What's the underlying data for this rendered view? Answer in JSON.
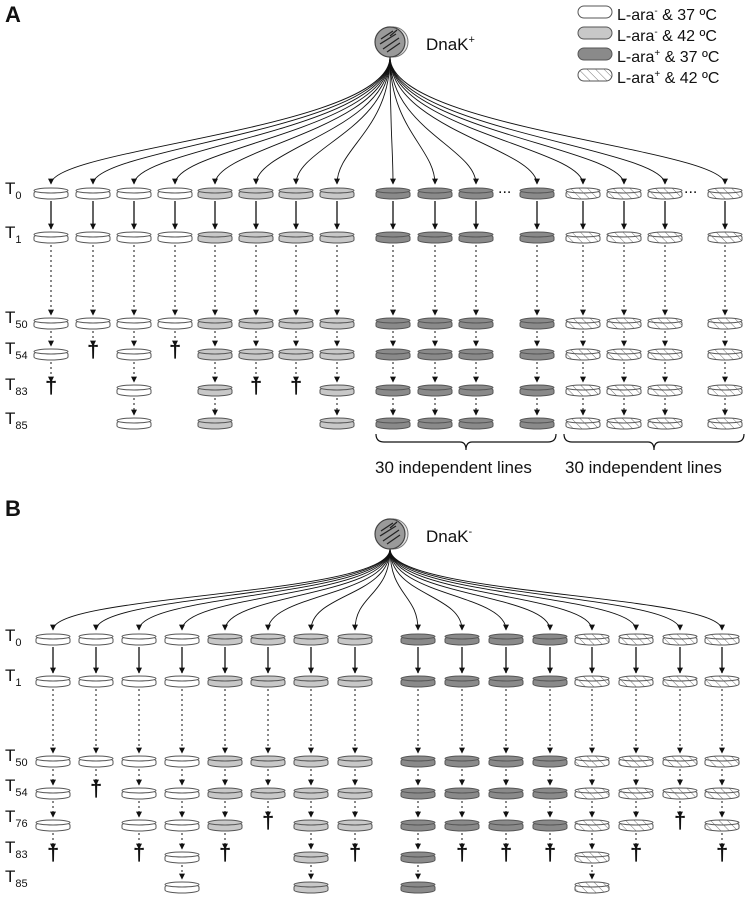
{
  "panels": [
    {
      "letter": "A",
      "strain": {
        "name": "DnaK",
        "sup": "+"
      },
      "time_labels": [
        {
          "main": "T",
          "sub": "0"
        },
        {
          "main": "T",
          "sub": "1"
        },
        {
          "main": "T",
          "sub": "50"
        },
        {
          "main": "T",
          "sub": "54"
        },
        {
          "main": "T",
          "sub": "83"
        },
        {
          "main": "T",
          "sub": "85"
        }
      ],
      "braces": [
        {
          "label": "30 independent lines"
        },
        {
          "label": "30 independent lines"
        }
      ],
      "ellipsis": "..."
    },
    {
      "letter": "B",
      "strain": {
        "name": "DnaK",
        "sup": "-"
      },
      "time_labels": [
        {
          "main": "T",
          "sub": "0"
        },
        {
          "main": "T",
          "sub": "1"
        },
        {
          "main": "T",
          "sub": "50"
        },
        {
          "main": "T",
          "sub": "54"
        },
        {
          "main": "T",
          "sub": "76"
        },
        {
          "main": "T",
          "sub": "83"
        },
        {
          "main": "T",
          "sub": "85"
        }
      ]
    }
  ],
  "legend": [
    {
      "base": "L-ara",
      "sup": "-",
      "rest": " & 37 ºC",
      "fill": "white"
    },
    {
      "base": "L-ara",
      "sup": "-",
      "rest": " & 42 ºC",
      "fill": "light"
    },
    {
      "base": "L-ara",
      "sup": "+",
      "rest": " & 37 ºC",
      "fill": "dark"
    },
    {
      "base": "L-ara",
      "sup": "+",
      "rest": " & 42 ºC",
      "fill": "hatch"
    }
  ],
  "death_symbol": "†",
  "colors": {
    "white": "#ffffff",
    "light": "#c8c8c8",
    "dark": "#8a8a8a",
    "stroke": "#555555"
  }
}
